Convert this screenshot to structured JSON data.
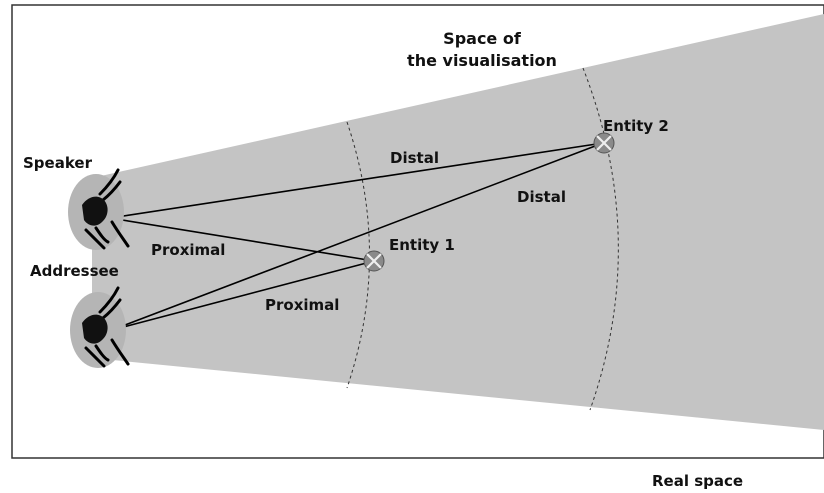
{
  "diagram": {
    "title_line1": "Space of",
    "title_line2": "the visualisation",
    "speaker_label": "Speaker",
    "addressee_label": "Addressee",
    "entity1_label": "Entity 1",
    "entity2_label": "Entity 2",
    "speaker_entity2_label": "Distal",
    "addressee_entity2_label": "Distal",
    "speaker_entity1_label": "Proximal",
    "addressee_entity1_label": "Proximal",
    "real_space_label": "Real space"
  },
  "colors": {
    "visualisation_space": "#c4c4c4",
    "frame": "#333333",
    "lines": "#000000",
    "entity_fill": "#8a8a8a"
  },
  "icons": {
    "speaker": "signer-hand-icon",
    "addressee": "signer-hand-icon",
    "entity": "cross-circle-icon"
  }
}
